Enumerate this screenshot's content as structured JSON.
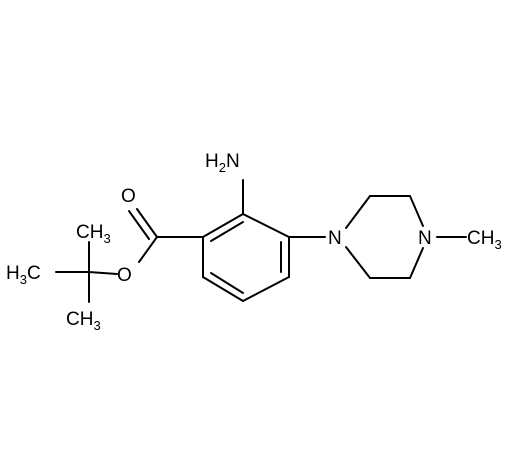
{
  "molecule": {
    "labels": {
      "amino": {
        "main": "H",
        "sub": "2",
        "tail": "N"
      },
      "carbonyl_oxygen": "O",
      "ester_oxygen": "O",
      "piperazine_n1": "N",
      "piperazine_n4": "N",
      "n_methyl": {
        "main": "CH",
        "sub": "3"
      },
      "tbu_methyl_top": {
        "main": "CH",
        "sub": "3"
      },
      "tbu_methyl_left": {
        "main": "H",
        "sub": "3",
        "tail": "C"
      },
      "tbu_methyl_bottom": {
        "main": "CH",
        "sub": "3"
      }
    },
    "colors": {
      "ink": "#000000",
      "background": "#ffffff"
    }
  }
}
